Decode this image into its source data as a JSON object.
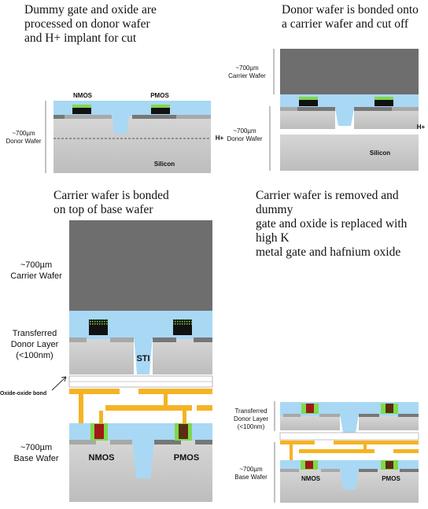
{
  "captions": {
    "p1": [
      "Dummy gate and oxide are",
      "processed on donor wafer",
      "and H+ implant for cut"
    ],
    "p2": [
      "Donor wafer is bonded onto",
      "a carrier wafer and cut off"
    ],
    "p3": [
      "Carrier wafer is bonded",
      "on top of base wafer"
    ],
    "p4": [
      "Carrier wafer is removed and dummy",
      "gate and oxide is replaced with high K",
      "metal gate and hafnium oxide"
    ]
  },
  "labels": {
    "nmos": "NMOS",
    "pmos": "PMOS",
    "hplus": "H+",
    "silicon": "Silicon",
    "thick": "~700µm",
    "donor_wafer": "Donor Wafer",
    "carrier_wafer": "Carrier Wafer",
    "transferred": "Transferred",
    "donor_layer": "Donor Layer",
    "lt100": "(<100nm)",
    "sti": "STI",
    "oxide_bond": "Oxide-oxide bond",
    "base_wafer": "Base Wafer"
  },
  "colors": {
    "silicon": "#c8c8c8",
    "oxide": "#a8d8f4",
    "carrier": "#6e6e6e",
    "metal": "#f5b324",
    "gate_green": "#7fd84a",
    "dummy_black": "#111111",
    "nmos_gate": "#a01818",
    "pmos_gate": "#5a2e10"
  }
}
